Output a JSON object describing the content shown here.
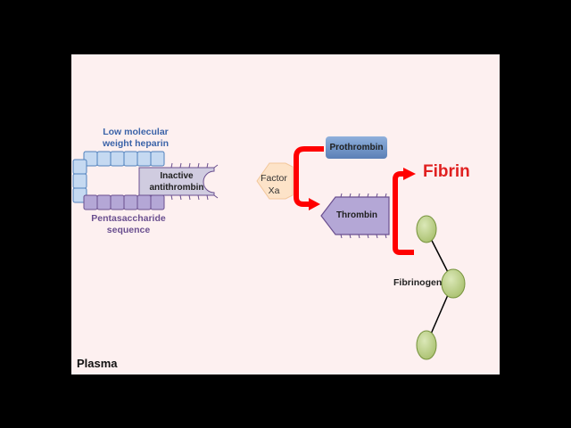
{
  "labels": {
    "lmwh_line1": "Low molecular",
    "lmwh_line2": "weight heparin",
    "inactive_line1": "Inactive",
    "inactive_line2": "antithrombin",
    "penta_line1": "Pentasaccharide",
    "penta_line2": "sequence",
    "factor_line1": "Factor",
    "factor_line2": "Xa",
    "prothrombin": "Prothrombin",
    "thrombin": "Thrombin",
    "fibrin": "Fibrin",
    "fibrinogen": "Fibrinogen",
    "plasma": "Plasma"
  },
  "colors": {
    "lmwh_unit": "#c5d9f1",
    "lmwh_stroke": "#4f81bd",
    "penta_unit": "#b4a7d6",
    "penta_stroke": "#6a4f8f",
    "antithrombin": "#d0cce0",
    "factor_xa": "#fde3c8",
    "prothrombin": "#6f94c8",
    "thrombin": "#b4a7d6",
    "arrow": "#ff0000",
    "fibrinogen": "#c4d79b",
    "fibrinogen_stroke": "#76933c"
  }
}
